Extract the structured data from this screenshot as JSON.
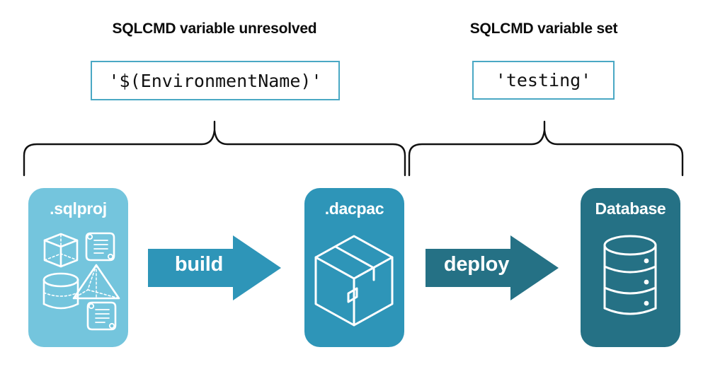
{
  "headings": {
    "left": "SQLCMD variable unresolved",
    "right": "SQLCMD variable set"
  },
  "code_boxes": {
    "left_value": "'$(EnvironmentName)'",
    "right_value": "'testing'"
  },
  "artifacts": [
    {
      "label": ".sqlproj",
      "color": "#74c5dd",
      "icons": [
        "cube-icon",
        "scroll-icon",
        "pyramid-icon",
        "cylinder-icon",
        "scroll-icon"
      ]
    },
    {
      "label": ".dacpac",
      "color": "#2e95b8",
      "icons": [
        "package-box-icon"
      ]
    },
    {
      "label": "Database",
      "color": "#257185",
      "icons": [
        "database-cylinder-icon"
      ]
    }
  ],
  "arrows": [
    {
      "label": "build",
      "color": "#2e95b8"
    },
    {
      "label": "deploy",
      "color": "#257185"
    }
  ],
  "braces": {
    "stroke": "#111111",
    "left_span_label": "SQLCMD variable unresolved",
    "right_span_label": "SQLCMD variable set"
  },
  "colors": {
    "background": "#ffffff",
    "code_border": "#4aa8c4",
    "text": "#0b0b0b",
    "light_teal": "#74c5dd",
    "mid_teal": "#2e95b8",
    "dark_teal": "#257185"
  }
}
